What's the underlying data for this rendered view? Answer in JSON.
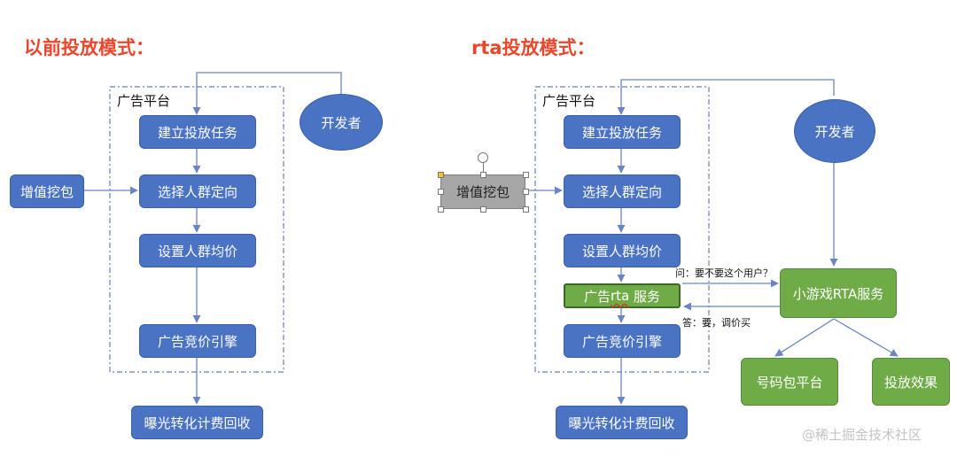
{
  "left": {
    "title": "以前投放模式：",
    "platform_label": "广告平台",
    "developer": "开发者",
    "addon": "增值挖包",
    "steps": [
      "建立投放任务",
      "选择人群定向",
      "设置人群均价",
      "广告竞价引擎"
    ],
    "output": "曝光转化计费回收"
  },
  "right": {
    "title": "rta投放模式：",
    "platform_label": "广告平台",
    "developer": "开发者",
    "addon": "增值挖包",
    "steps": [
      "建立投放任务",
      "选择人群定向",
      "设置人群均价"
    ],
    "rta_prefix": "广告",
    "rta_word": "rta",
    "rta_suffix": " 服务",
    "engine": "广告竞价引擎",
    "output": "曝光转化计费回收",
    "rta_service": "小游戏RTA服务",
    "question": "问：要不要这个用户？",
    "answer": "答：要，调价买",
    "number_pack": "号码包平台",
    "delivery_effect": "投放效果"
  },
  "watermark": "@稀土掘金技术社区",
  "colors": {
    "title_red": "#e8472b",
    "box_blue": "#4a73c4",
    "box_green": "#6fab47",
    "box_gray": "#a6a6a6",
    "dashed_border": "#6b7fb5",
    "arrow": "#6b84c2"
  }
}
